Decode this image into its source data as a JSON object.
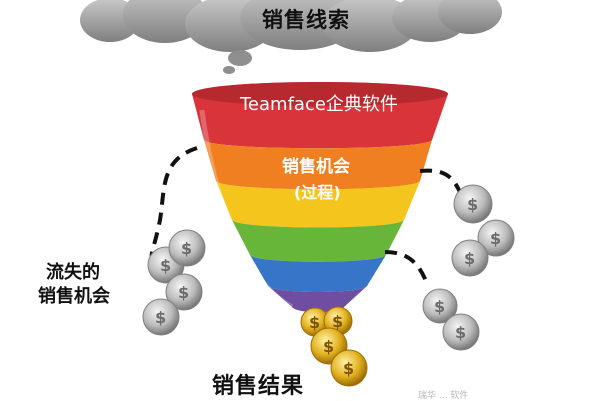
{
  "labels": {
    "top": "销售线索",
    "brand": "Teamface企典软件",
    "middle_line1": "销售机会",
    "middle_line2": "(过程)",
    "lost_line1": "流失的",
    "lost_line2": "销售机会",
    "result": "销售结果",
    "faint_bottom_text": "瑞华 ... 软件"
  },
  "funnel": {
    "band_colors": [
      "#d8343a",
      "#f07f22",
      "#f4c51c",
      "#67b63a",
      "#3775c8",
      "#6f4ea2"
    ]
  },
  "cloud": {
    "color": "#8d8d8d"
  },
  "coin": {
    "color": "#c8c8c8",
    "gold": "#e0b21a",
    "symbol": "$"
  }
}
